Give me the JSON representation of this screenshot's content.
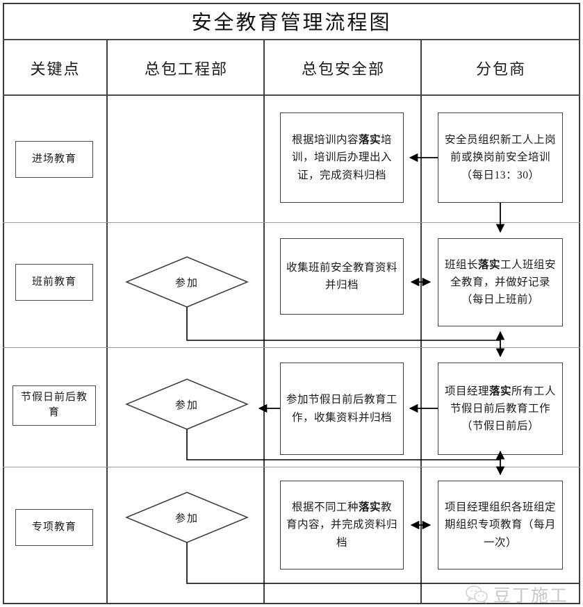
{
  "document": {
    "title": "安全教育管理流程图"
  },
  "table": {
    "headers": [
      {
        "label": "关键点"
      },
      {
        "label": "总包工程部"
      },
      {
        "label": "总包安全部"
      },
      {
        "label": "分包商"
      }
    ]
  },
  "rows": [
    {
      "key_point": "进场教育",
      "engineering_dept": "",
      "safety_dept": {
        "pre": "根据培训内容",
        "bold": "落实",
        "post": "培训，培训后办理出入证，完成资料归档"
      },
      "subcontractor": {
        "pre": "",
        "bold": "",
        "post": "安全员组织新工人上岗前或换岗前安全培训（每日13：30）"
      }
    },
    {
      "key_point": "班前教育",
      "engineering_dept": "参加",
      "safety_dept": {
        "pre": "收集班前安全教育资料并归档",
        "bold": "",
        "post": ""
      },
      "subcontractor": {
        "pre": "班组长",
        "bold": "落实",
        "post": "工人班组安全教育，并做好记录（每日上班前）"
      }
    },
    {
      "key_point": "节假日前后教育",
      "engineering_dept": "参加",
      "safety_dept": {
        "pre": "参加节假日前后教育工作，收集资料并归档",
        "bold": "",
        "post": ""
      },
      "subcontractor": {
        "pre": "项目经理",
        "bold": "落实",
        "post": "所有工人节假日前后教育工作（节假日前后）"
      }
    },
    {
      "key_point": "专项教育",
      "engineering_dept": "参加",
      "safety_dept": {
        "pre": "根据不同工种",
        "bold": "落实",
        "post": "教育内容，并完成资料归档"
      },
      "subcontractor": {
        "pre": "",
        "bold": "",
        "post": "项目经理组织各班组定期组织专项教育（每月一次）"
      }
    }
  ],
  "watermark": {
    "text": "豆丁施工",
    "icon": "wechat-icon"
  },
  "colors": {
    "frame": "#3b3b3b",
    "box_border": "#3f3f3f",
    "text": "#1a1a1a",
    "connector": "#000000",
    "row_divider": "#9a9a9a"
  }
}
